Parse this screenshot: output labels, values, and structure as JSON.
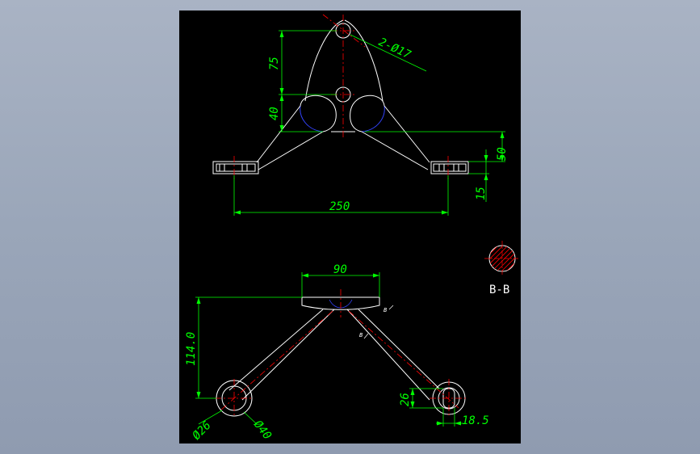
{
  "colors": {
    "background": "#9aa6b9",
    "sheet": "#000000",
    "outline": "#ffffff",
    "dimension": "#00ff00",
    "centerline": "#ff0000",
    "hidden": "#0000ff",
    "hatch": "#ff0000"
  },
  "dimensions": {
    "hole_callout": "2-Ø17",
    "height_75": "75",
    "height_40": "40",
    "height_50": "50",
    "height_15": "15",
    "span_250": "250",
    "width_90": "90",
    "height_114": "114.0",
    "dia_26": "Ø26",
    "dia_40": "Ø40",
    "height_26": "26",
    "width_18_5": "18.5"
  },
  "section": {
    "label": "B-B",
    "marker_1": "B",
    "marker_2": "B"
  }
}
